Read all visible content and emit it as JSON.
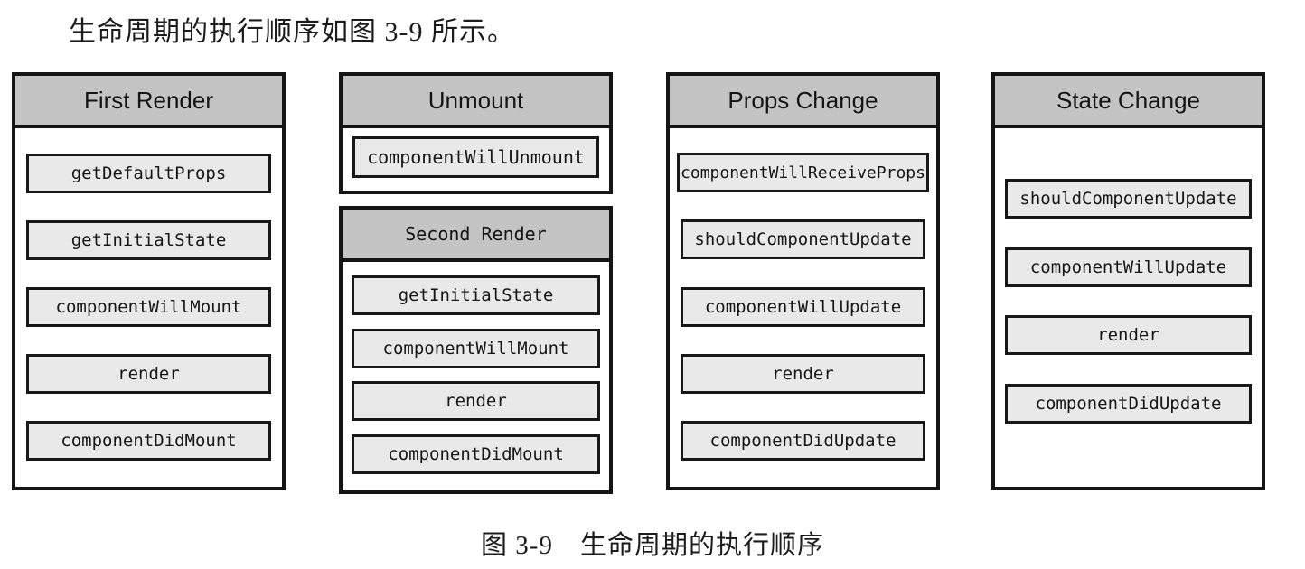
{
  "intro_text": "生命周期的执行顺序如图 3-9 所示。",
  "figure_caption": "图 3-9　生命周期的执行顺序",
  "colors": {
    "page_bg": "#ffffff",
    "panel_header_bg": "#c4c4c4",
    "method_box_bg": "#e9e9e9",
    "border": "#151515"
  },
  "panels": {
    "first_render": {
      "title": "First Render",
      "items": [
        "getDefaultProps",
        "getInitialState",
        "componentWillMount",
        "render",
        "componentDidMount"
      ]
    },
    "unmount": {
      "title": "Unmount",
      "items": [
        "componentWillUnmount"
      ]
    },
    "second_render": {
      "title": "Second Render",
      "items": [
        "getInitialState",
        "componentWillMount",
        "render",
        "componentDidMount"
      ]
    },
    "props_change": {
      "title": "Props Change",
      "items": [
        "componentWillReceiveProps",
        "shouldComponentUpdate",
        "componentWillUpdate",
        "render",
        "componentDidUpdate"
      ]
    },
    "state_change": {
      "title": "State Change",
      "items": [
        "shouldComponentUpdate",
        "componentWillUpdate",
        "render",
        "componentDidUpdate"
      ]
    }
  }
}
